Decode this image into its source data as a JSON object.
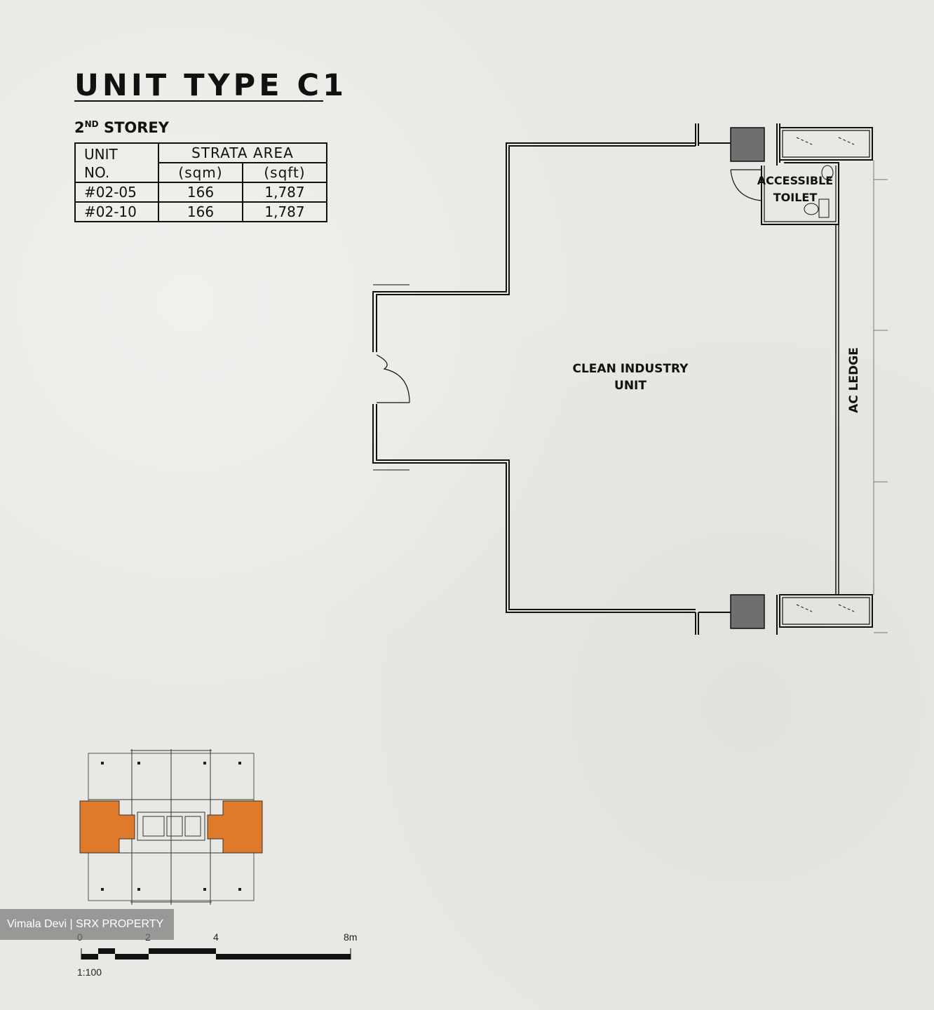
{
  "heading": {
    "title": "UNIT TYPE C1",
    "storey_main": "2",
    "storey_sup": "ND",
    "storey_rest": " STOREY"
  },
  "table": {
    "col_unit": "UNIT",
    "col_unit_2": "NO.",
    "col_area": "STRATA AREA",
    "col_sqm": "(sqm)",
    "col_sqft": "(sqft)",
    "rows": [
      {
        "unit": "#02-05",
        "sqm": "166",
        "sqft": "1,787"
      },
      {
        "unit": "#02-10",
        "sqm": "166",
        "sqft": "1,787"
      }
    ]
  },
  "plan": {
    "room_main_line1": "CLEAN INDUSTRY",
    "room_main_line2": "UNIT",
    "toilet_line1": "ACCESSIBLE",
    "toilet_line2": "TOILET",
    "ledge": "AC LEDGE"
  },
  "key_plan": {
    "highlight_color": "#e07a2b"
  },
  "scale": {
    "tick_0": "0",
    "tick_2": "2",
    "tick_4": "4",
    "tick_8": "8m",
    "ratio": "1:100"
  },
  "watermark": "Vimala Devi | SRX PROPERTY"
}
